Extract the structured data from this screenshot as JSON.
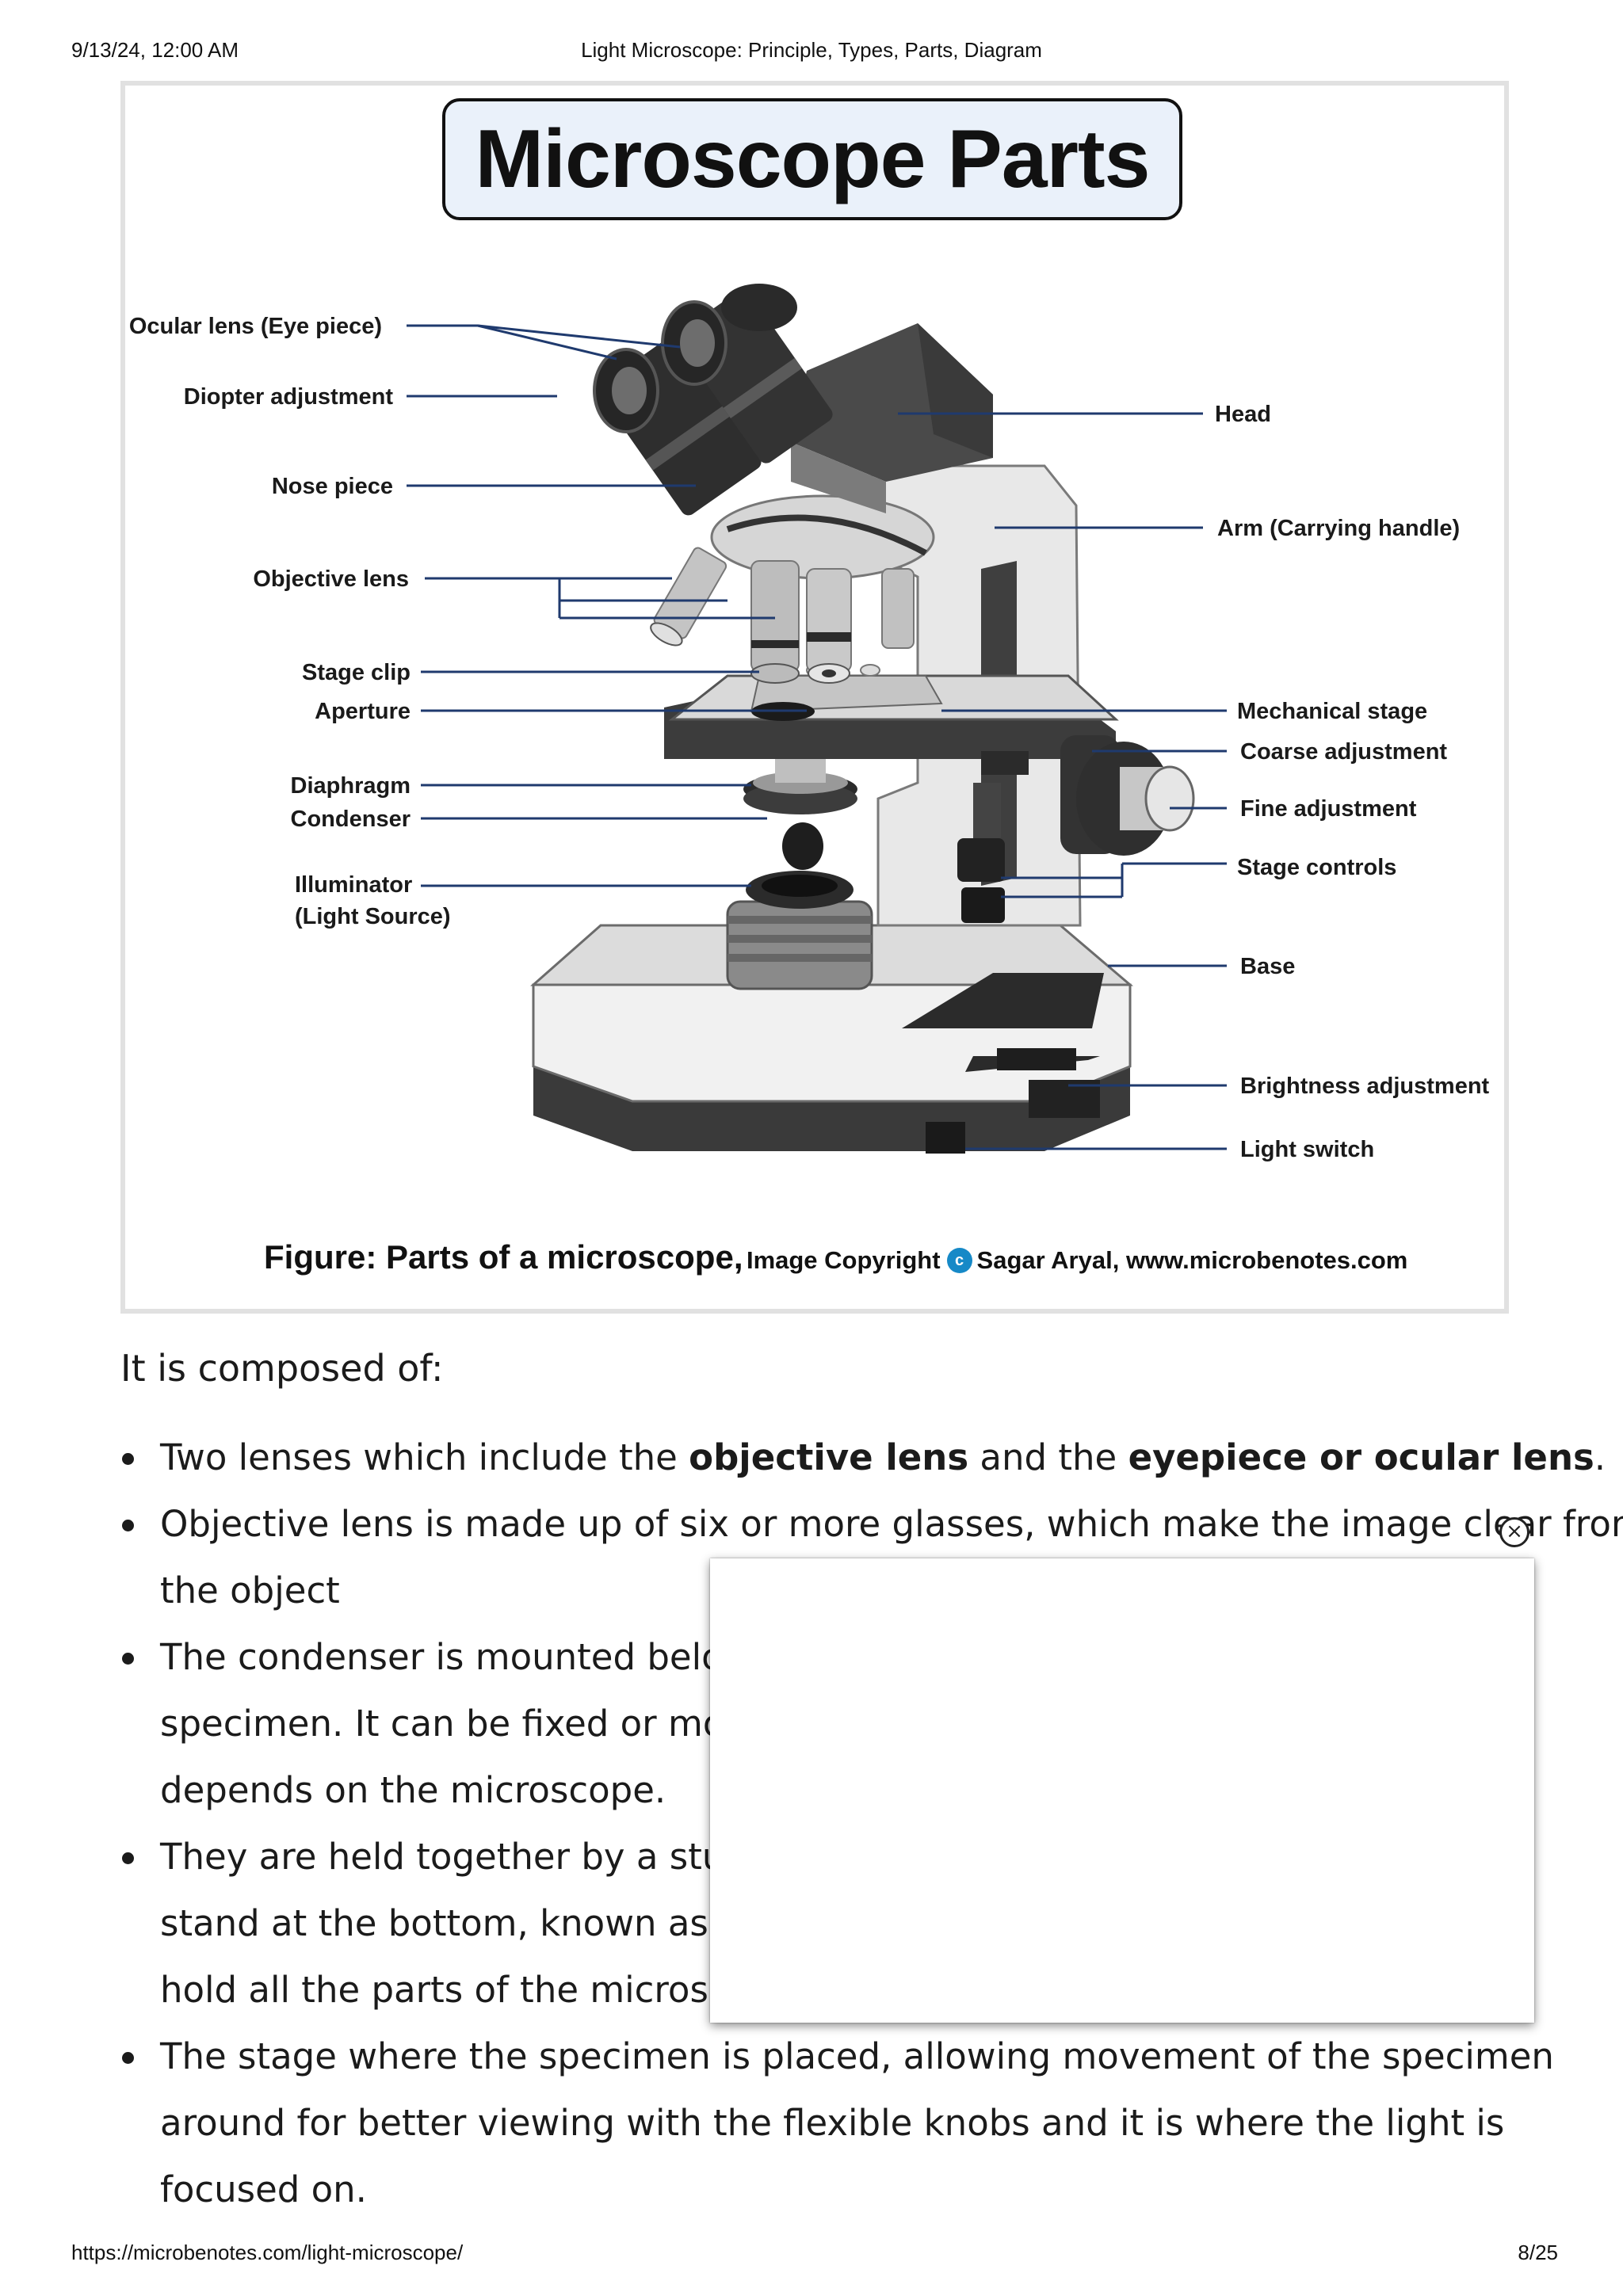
{
  "print_header": {
    "datetime": "9/13/24, 12:00 AM",
    "doc_title": "Light Microscope: Principle, Types, Parts, Diagram"
  },
  "print_footer": {
    "url": "https://microbenotes.com/light-microscope/",
    "page": "8/25"
  },
  "figure": {
    "title": "Microscope Parts",
    "labels_left": [
      "Ocular lens (Eye piece)",
      "Diopter adjustment",
      "Nose piece",
      "Objective lens",
      "Stage clip",
      "Aperture",
      "Diaphragm",
      "Condenser",
      "Illuminator",
      "(Light Source)"
    ],
    "labels_right": [
      "Head",
      "Arm (Carrying handle)",
      "Mechanical stage",
      "Coarse adjustment",
      "Fine adjustment",
      "Stage controls",
      "Base",
      "Brightness adjustment",
      "Light switch"
    ],
    "caption": {
      "prefix": "Figure: Parts of a microscope,",
      "copyright_label": "Image Copyright",
      "copyright_symbol": "c",
      "credit": "Sagar Aryal, www.microbenotes.com"
    }
  },
  "article": {
    "intro": "It is composed of:",
    "bullets": [
      {
        "lines": [
          [
            "Two lenses which include the ",
            "objective lens",
            " and the ",
            "eyepiece or ocular lens",
            "."
          ]
        ]
      },
      {
        "lines": [
          [
            "Objective lens is made up of six or  more glasses, which make the image clear from"
          ],
          [
            "the object"
          ]
        ]
      },
      {
        "lines": [
          [
            "The condenser is mounted below"
          ],
          [
            "specimen. It can be fixed or moval"
          ],
          [
            "depends on the microscope."
          ]
        ]
      },
      {
        "lines": [
          [
            "They are held together by a sturdy"
          ],
          [
            "stand at the bottom, known as the"
          ],
          [
            "hold all the parts of the microscop"
          ]
        ]
      },
      {
        "lines": [
          [
            "The stage where the specimen is placed, allowing movement of the specimen"
          ],
          [
            "around for better viewing with the flexible knobs and it is where the light is"
          ],
          [
            "focused on."
          ]
        ]
      }
    ]
  },
  "ad": {
    "close_symbol": "×"
  },
  "colors": {
    "leader_line": "#1f3a6e",
    "title_box_fill": "#eaf1fa",
    "copyright_badge": "#1689c7",
    "figure_border": "#e1e1e1"
  }
}
